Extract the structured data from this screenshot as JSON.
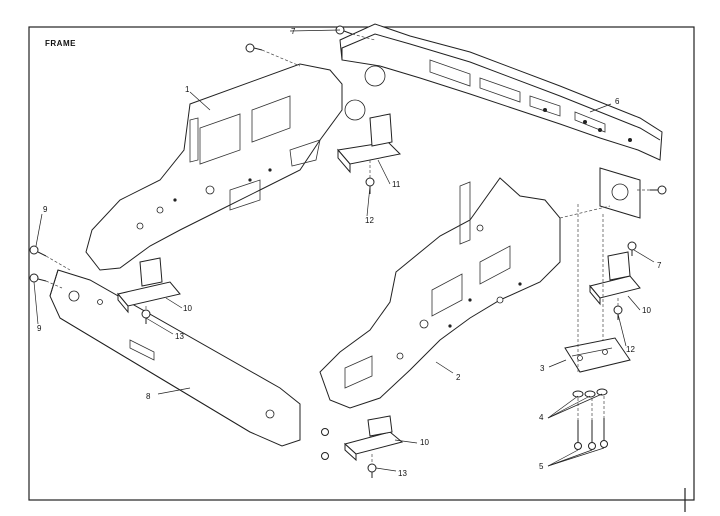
{
  "title": "FRAME",
  "callouts": {
    "c1": "1",
    "c2": "2",
    "c3": "3",
    "c4": "4",
    "c5": "5",
    "c6": "6",
    "c7a": "7",
    "c7b": "7",
    "c8": "8",
    "c9a": "9",
    "c9b": "9",
    "c10a": "10",
    "c10b": "10",
    "c10c": "10",
    "c11": "11",
    "c12a": "12",
    "c12b": "12",
    "c13a": "13",
    "c13b": "13"
  }
}
